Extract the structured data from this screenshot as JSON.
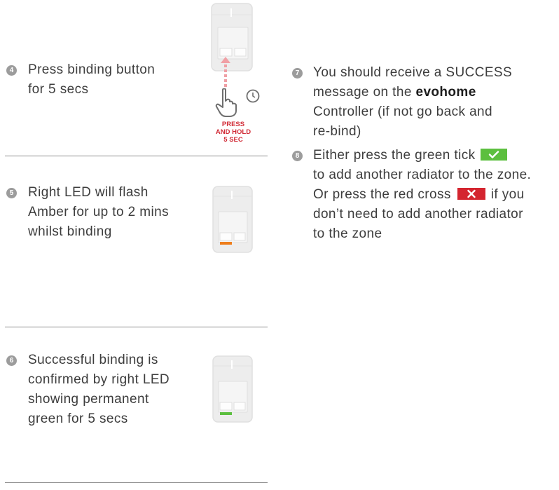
{
  "steps": [
    {
      "number": "4",
      "lines": [
        "Press binding button",
        "for 5 secs"
      ]
    },
    {
      "number": "5",
      "lines": [
        "Right LED will flash",
        "Amber for up to 2 mins",
        "whilst binding"
      ]
    },
    {
      "number": "6",
      "lines": [
        "Successful binding is",
        "confirmed by right LED",
        "showing permanent",
        "green for 5 secs"
      ]
    },
    {
      "number": "7",
      "l1": "You should receive a SUCCESS",
      "l2a": "message on the ",
      "brand": "evohome",
      "l3": "Controller (if not go back and",
      "l4": "re-bind)"
    },
    {
      "number": "8",
      "l1": "Either press the green tick",
      "l2": "to add another radiator to the zone.",
      "l3a": "Or press the red cross",
      "l3b": "if you",
      "l4": "don’t need to add another radiator",
      "l5": "to the zone"
    }
  ],
  "press_hold": [
    "PRESS",
    "AND HOLD",
    "5 SEC"
  ],
  "colors": {
    "amber": "#ee7d1a",
    "green": "#5cbf3f",
    "red": "#d4252f",
    "text": "#3d3d3d",
    "badge": "#9c9c9c"
  },
  "icons": {
    "tick": "check-icon",
    "cross": "x-icon",
    "hand": "pointing-hand-icon",
    "clock": "clock-icon"
  }
}
